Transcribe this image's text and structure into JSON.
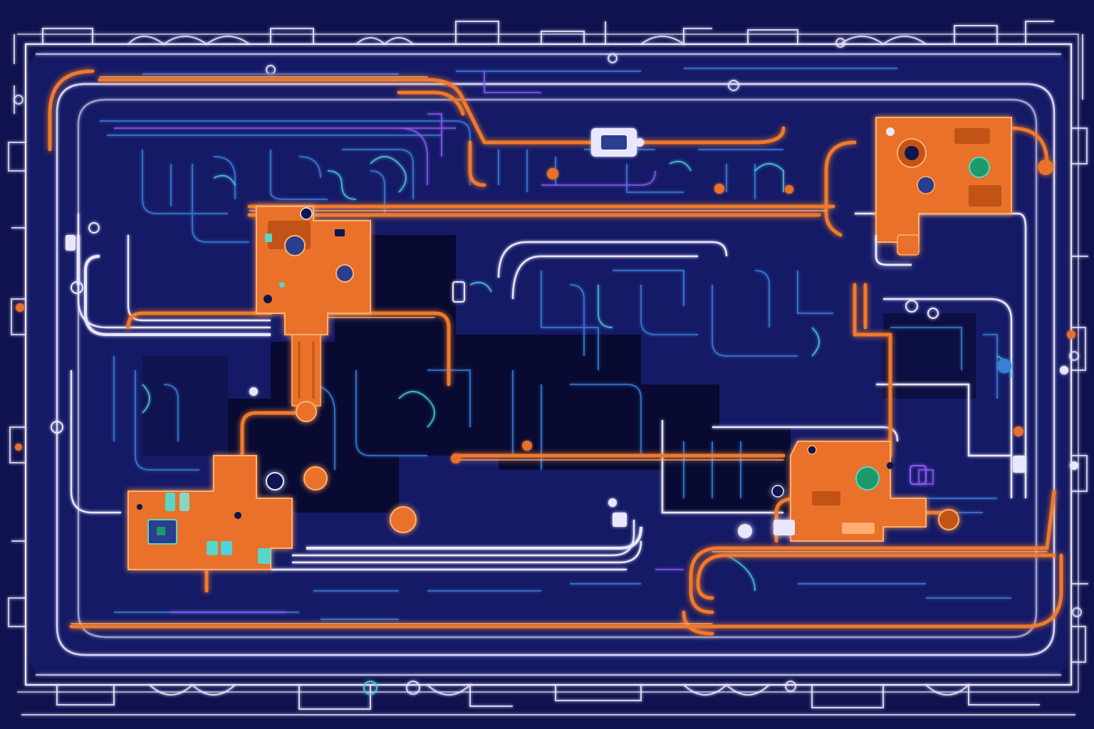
{
  "scene": {
    "palette": {
      "background": "#10124f",
      "board_inner": "#151a66",
      "shadow_region": "#07082a",
      "trace_white": "#e9e7ff",
      "trace_orange": "#f07a2a",
      "trace_orange_light": "#ffb070",
      "trace_blue": "#3a7fd6",
      "trace_cyan": "#4fd2e0",
      "trace_purple": "#8a5cf0",
      "module_orange": "#e9712a",
      "module_dark": "#c25318",
      "led_green": "#1f9a6a",
      "led_cyan": "#58d6c8",
      "knob_blue": "#2a3d8f"
    },
    "modules": [
      {
        "name": "module-upper-left"
      },
      {
        "name": "module-upper-right"
      },
      {
        "name": "module-lower-left"
      },
      {
        "name": "module-lower-right"
      }
    ],
    "center_chip": {
      "name": "top-center-chip"
    }
  }
}
